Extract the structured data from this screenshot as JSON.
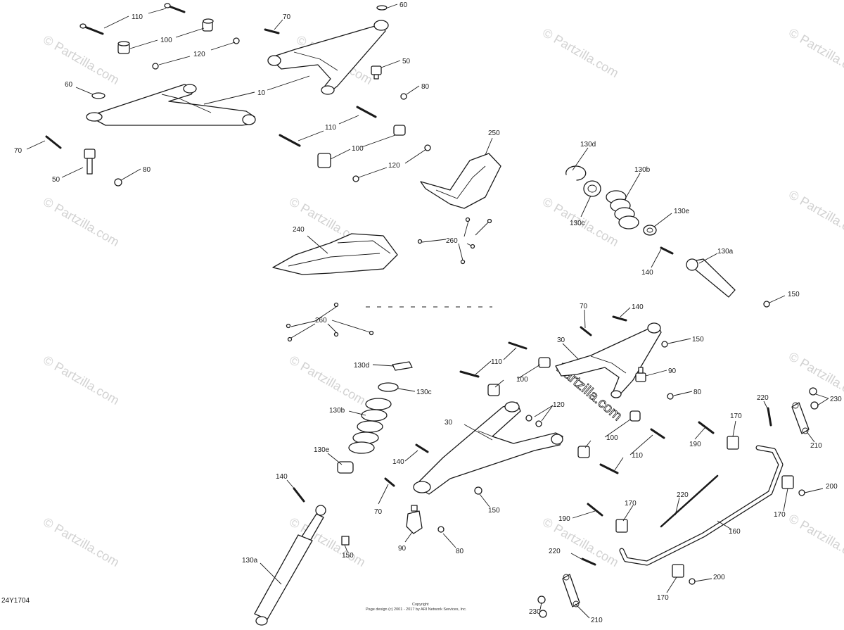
{
  "diagram_code": "24Y1704",
  "copyright": {
    "line1": "Copyright",
    "line2": "Page design (c) 2001 - 2017 by ARI Network Services, Inc."
  },
  "watermark_text": "© Partzilla.com",
  "center_watermark": "Partzilla.com",
  "callouts": [
    {
      "id": "c110-top",
      "text": "110"
    },
    {
      "id": "c100-top",
      "text": "100"
    },
    {
      "id": "c120-top",
      "text": "120"
    },
    {
      "id": "c70-top",
      "text": "70"
    },
    {
      "id": "c60-tr",
      "text": "60"
    },
    {
      "id": "c50-tr",
      "text": "50"
    },
    {
      "id": "c80-tr",
      "text": "80"
    },
    {
      "id": "c10",
      "text": "10"
    },
    {
      "id": "c60-l",
      "text": "60"
    },
    {
      "id": "c70-l",
      "text": "70"
    },
    {
      "id": "c50-l",
      "text": "50"
    },
    {
      "id": "c80-l",
      "text": "80"
    },
    {
      "id": "c110-m",
      "text": "110"
    },
    {
      "id": "c100-m",
      "text": "100"
    },
    {
      "id": "c120-m",
      "text": "120"
    },
    {
      "id": "c250",
      "text": "250"
    },
    {
      "id": "c240",
      "text": "240"
    },
    {
      "id": "c260-a",
      "text": "260"
    },
    {
      "id": "c130d-r",
      "text": "130d"
    },
    {
      "id": "c130b-r",
      "text": "130b"
    },
    {
      "id": "c130c-r",
      "text": "130c"
    },
    {
      "id": "c130e-r",
      "text": "130e"
    },
    {
      "id": "c140-r",
      "text": "140"
    },
    {
      "id": "c130a-r",
      "text": "130a"
    },
    {
      "id": "c150-r",
      "text": "150"
    },
    {
      "id": "c260-b",
      "text": "260"
    },
    {
      "id": "c70-m",
      "text": "70"
    },
    {
      "id": "c140-m",
      "text": "140"
    },
    {
      "id": "c30-upper",
      "text": "30"
    },
    {
      "id": "c150-m",
      "text": "150"
    },
    {
      "id": "c110-mid",
      "text": "110"
    },
    {
      "id": "c100-mid",
      "text": "100"
    },
    {
      "id": "c90-r",
      "text": "90"
    },
    {
      "id": "c80-mid",
      "text": "80"
    },
    {
      "id": "c130d-l",
      "text": "130d"
    },
    {
      "id": "c130c-l",
      "text": "130c"
    },
    {
      "id": "c130b-l",
      "text": "130b"
    },
    {
      "id": "c120-mid",
      "text": "120"
    },
    {
      "id": "c30-lower",
      "text": "30"
    },
    {
      "id": "c100-low",
      "text": "100"
    },
    {
      "id": "c110-low",
      "text": "110"
    },
    {
      "id": "c190-r",
      "text": "190"
    },
    {
      "id": "c170-r",
      "text": "170"
    },
    {
      "id": "c220-r",
      "text": "220"
    },
    {
      "id": "c230-r",
      "text": "230"
    },
    {
      "id": "c210-r",
      "text": "210"
    },
    {
      "id": "c130e-l",
      "text": "130e"
    },
    {
      "id": "c140-l",
      "text": "140"
    },
    {
      "id": "c140-low",
      "text": "140"
    },
    {
      "id": "c70-low",
      "text": "70"
    },
    {
      "id": "c150-low",
      "text": "150"
    },
    {
      "id": "c90-low",
      "text": "90"
    },
    {
      "id": "c80-low",
      "text": "80"
    },
    {
      "id": "c150-b",
      "text": "150"
    },
    {
      "id": "c130a-l",
      "text": "130a"
    },
    {
      "id": "c220-m",
      "text": "220"
    },
    {
      "id": "c170-m",
      "text": "170"
    },
    {
      "id": "c190-m",
      "text": "190"
    },
    {
      "id": "c160",
      "text": "160"
    },
    {
      "id": "c200-r",
      "text": "200"
    },
    {
      "id": "c170-rr",
      "text": "170"
    },
    {
      "id": "c220-b",
      "text": "220"
    },
    {
      "id": "c200-b",
      "text": "200"
    },
    {
      "id": "c170-b",
      "text": "170"
    },
    {
      "id": "c230-b",
      "text": "230"
    },
    {
      "id": "c210-b",
      "text": "210"
    }
  ]
}
